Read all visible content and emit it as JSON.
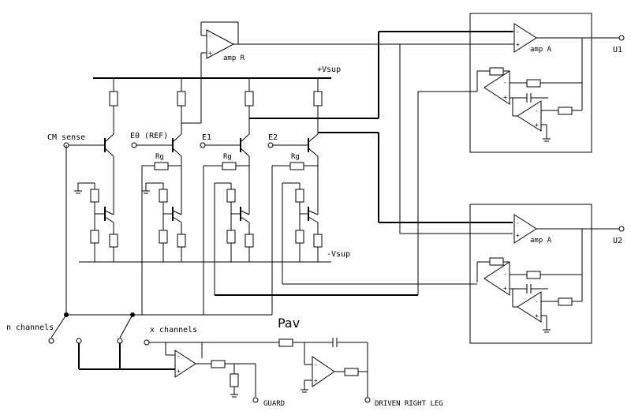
{
  "labels": {
    "cm_sense": "CM sense",
    "e0_ref": "E0 (REF)",
    "e1": "E1",
    "e2": "E2",
    "vsup_pos": "+Vsup",
    "vsup_neg": "-Vsup",
    "amp_r": "amp R",
    "amp_a": "amp A",
    "rg": "Rg",
    "u1": "U1",
    "u2": "U2",
    "n_channels": "n channels",
    "x_channels": "x channels",
    "pav": "Pav",
    "guard": "GUARD",
    "driven_right_leg": "DRIVEN RIGHT LEG",
    "plus": "+",
    "minus": "-"
  }
}
